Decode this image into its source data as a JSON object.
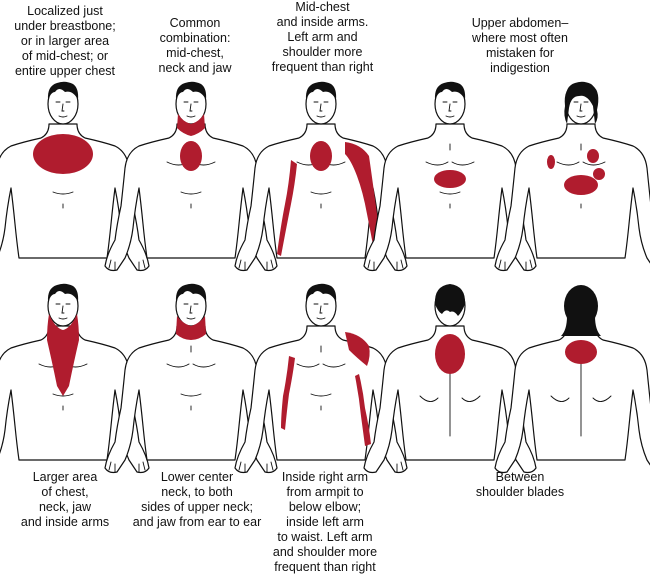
{
  "captions": [
    {
      "lines": [
        "Localized just",
        "under breastbone;",
        "or in larger area",
        "of mid-chest; or",
        "entire upper chest"
      ]
    },
    {
      "lines": [
        "Common",
        "combination:",
        "mid-chest,",
        "neck and jaw"
      ]
    },
    {
      "lines": [
        "Mid-chest",
        "and inside arms.",
        "Left arm and",
        "shoulder more",
        "frequent than right"
      ]
    },
    {
      "lines": [
        "Upper abdomen–",
        "where most often",
        "mistaken for",
        "indigestion"
      ]
    },
    {
      "lines": [
        "Larger area",
        "of chest,",
        "neck, jaw",
        "and inside arms"
      ]
    },
    {
      "lines": [
        "Lower center",
        "neck, to both",
        "sides of upper neck;",
        "and jaw from ear to ear"
      ]
    },
    {
      "lines": [
        "Inside right arm",
        "from armpit to",
        "below elbow;",
        "inside left arm",
        "to waist. Left arm",
        "and shoulder more",
        "frequent than right"
      ]
    },
    {
      "lines": [
        "Between",
        "shoulder blades"
      ]
    }
  ],
  "colors": {
    "pain": "#b01c2e",
    "outline": "#111111"
  }
}
